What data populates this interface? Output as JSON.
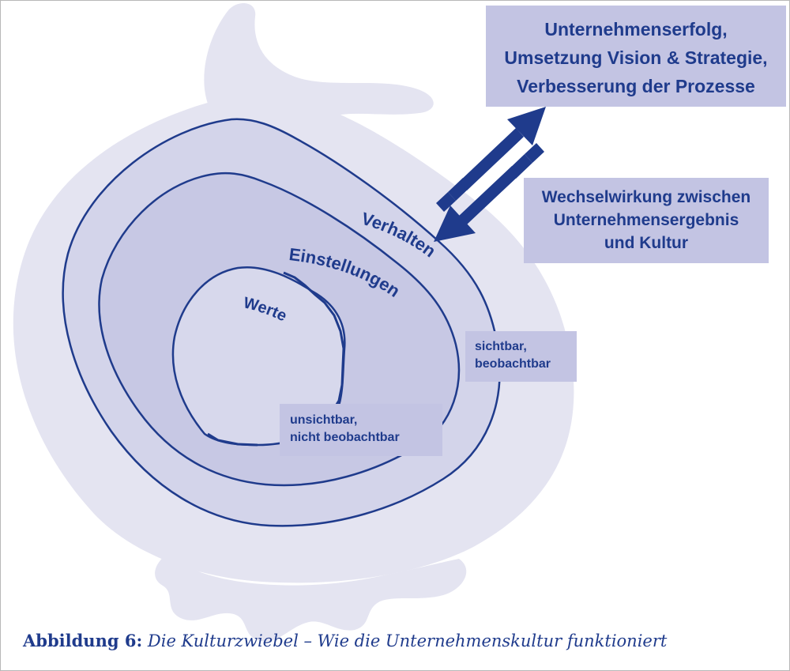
{
  "diagram": {
    "rings": [
      {
        "label": "Verhalten"
      },
      {
        "label": "Einstellungen"
      },
      {
        "label": "Werte"
      }
    ],
    "boxes": {
      "outcome": [
        "Unternehmenserfolg,",
        "Umsetzung Vision & Strategie,",
        "Verbesserung der Prozesse"
      ],
      "interaction": [
        "Wechselwirkung zwischen",
        "Unternehmensergebnis",
        "und Kultur"
      ],
      "visible": [
        "sichtbar,",
        "beobachtbar"
      ],
      "invisible": [
        "unsichtbar,",
        "nicht beobachtbar"
      ]
    },
    "colors": {
      "onion": "#e4e4f1",
      "ring_outer_fill": "#d3d4ea",
      "ring_middle_fill": "#c7c8e4",
      "ring_inner_fill": "#d7d8ec",
      "stroke": "#1f3b8c",
      "box_fill": "#c3c4e3",
      "text": "#1f3b8c"
    }
  },
  "caption": {
    "label": "Abbildung 6:",
    "text": "Die Kulturzwiebel – Wie die Unternehmenskultur funktioniert"
  }
}
